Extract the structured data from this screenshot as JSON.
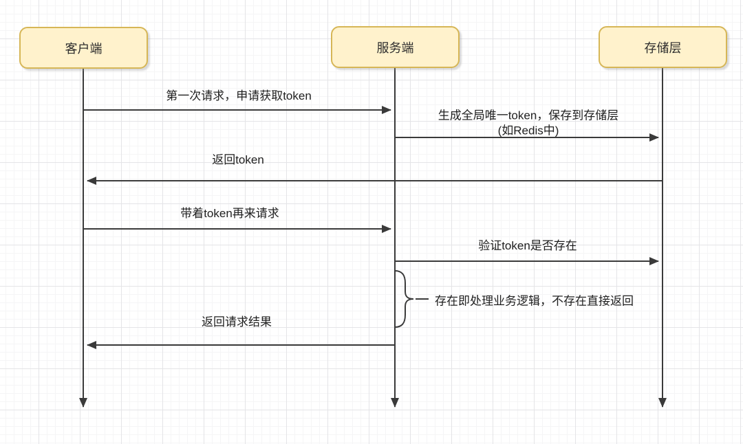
{
  "diagram": {
    "actors": [
      {
        "name": "客户端"
      },
      {
        "name": "服务端"
      },
      {
        "name": "存储层"
      }
    ],
    "messages": [
      {
        "label": "第一次请求，申请获取token",
        "from": "客户端",
        "to": "服务端"
      },
      {
        "label": "生成全局唯一token，保存到存储层\n(如Redis中)",
        "from": "服务端",
        "to": "存储层"
      },
      {
        "label": "返回token",
        "from": "存储层",
        "to": "客户端"
      },
      {
        "label": "带着token再来请求",
        "from": "客户端",
        "to": "服务端"
      },
      {
        "label": "验证token是否存在",
        "from": "服务端",
        "to": "存储层"
      },
      {
        "label": "返回请求结果",
        "from": "服务端",
        "to": "客户端"
      }
    ],
    "note": {
      "label": "存在即处理业务逻辑，不存在直接返回"
    },
    "colors": {
      "actor_fill": "#fff2cc",
      "actor_border": "#d6b656",
      "line": "#3a3a3a",
      "grid_major": "#e4e4e7",
      "grid_minor": "#f5f5f6"
    }
  }
}
